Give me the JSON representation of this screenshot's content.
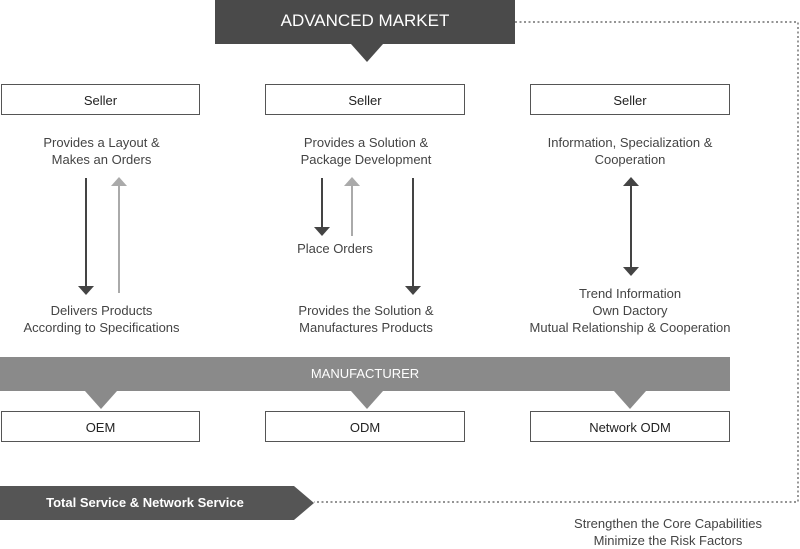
{
  "header": {
    "title": "ADVANCED MARKET"
  },
  "columns": [
    {
      "seller_label": "Seller",
      "top_text": [
        "Provides a Layout &",
        "Makes an Orders"
      ],
      "bottom_text": [
        "Delivers Products",
        "According to Specifications"
      ]
    },
    {
      "seller_label": "Seller",
      "top_text": [
        "Provides a Solution &",
        "Package Development"
      ],
      "middle_text": "Place Orders",
      "bottom_text": [
        "Provides the Solution &",
        "Manufactures Products"
      ]
    },
    {
      "seller_label": "Seller",
      "top_text": [
        "Information, Specialization &",
        "Cooperation"
      ],
      "bottom_text": [
        "Trend Information",
        "Own Dactory",
        "Mutual Relationship & Cooperation"
      ]
    }
  ],
  "manufacturer": {
    "label": "MANUFACTURER"
  },
  "models": [
    "OEM",
    "ODM",
    "Network ODM"
  ],
  "footer": {
    "total_label": "Total Service & Network Service",
    "strengths": [
      "Strengthen the Core Capabilities",
      "Minimize the Risk Factors"
    ]
  },
  "colors": {
    "dark_banner": "#4a4a4a",
    "band": "#8a8a8a",
    "arrow_dark": "#444444",
    "arrow_light": "#aaaaaa"
  }
}
